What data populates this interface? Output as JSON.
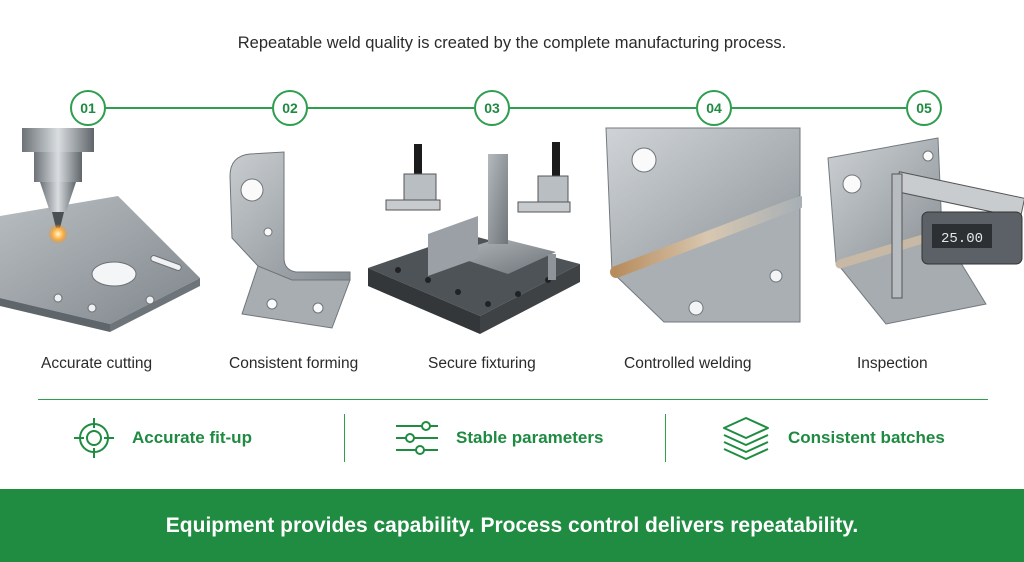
{
  "headline": "Repeatable weld quality is created by the complete manufacturing process.",
  "steps": [
    {
      "number": "01",
      "label": "Accurate cutting",
      "image": "laser-cutting-plate"
    },
    {
      "number": "02",
      "label": "Consistent forming",
      "image": "bent-bracket"
    },
    {
      "number": "03",
      "label": "Secure fixturing",
      "image": "welding-fixture-toggle-clamps"
    },
    {
      "number": "04",
      "label": "Controlled welding",
      "image": "welded-angle-joint"
    },
    {
      "number": "05",
      "label": "Inspection",
      "image": "caliper-measuring-weld"
    }
  ],
  "caliper_readout": "25.00",
  "benefits": [
    {
      "label": "Accurate fit-up",
      "icon": "crosshair-icon"
    },
    {
      "label": "Stable parameters",
      "icon": "sliders-icon"
    },
    {
      "label": "Consistent batches",
      "icon": "stacked-layers-icon"
    }
  ],
  "banner": "Equipment provides capability. Process control delivers repeatability.",
  "colors": {
    "accent": "#1f8c42",
    "line": "#2e9e4f",
    "steel": "#9aa1a6"
  }
}
